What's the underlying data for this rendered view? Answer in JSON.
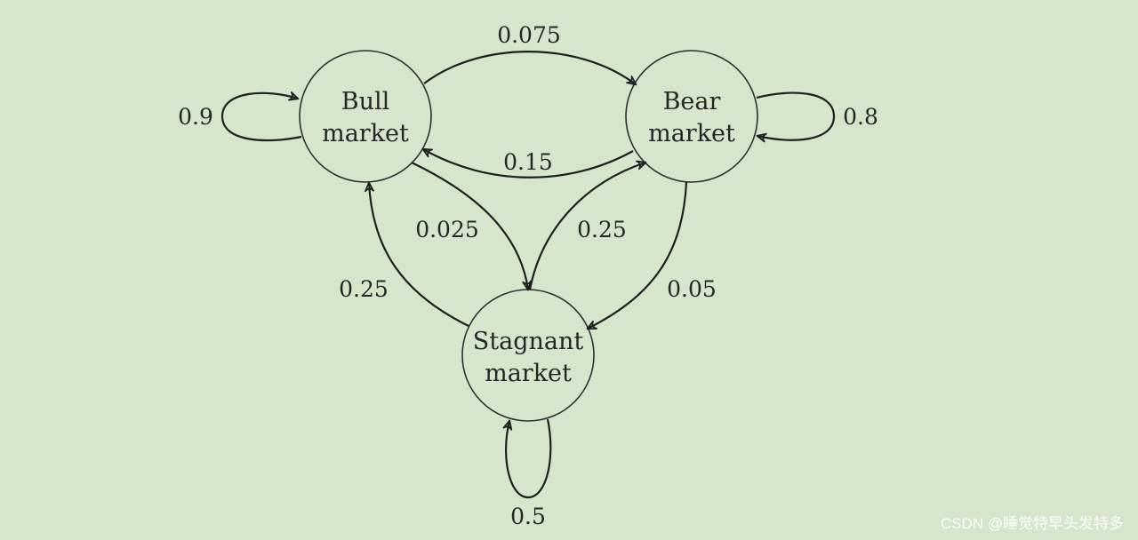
{
  "diagram": {
    "nodes": [
      {
        "id": "bull",
        "lines": [
          "Bull",
          "market"
        ]
      },
      {
        "id": "bear",
        "lines": [
          "Bear",
          "market"
        ]
      },
      {
        "id": "stagnant",
        "lines": [
          "Stagnant",
          "market"
        ]
      }
    ],
    "edges": [
      {
        "id": "bull-bull",
        "label": "0.9"
      },
      {
        "id": "bull-bear",
        "label": "0.075"
      },
      {
        "id": "bear-bull",
        "label": "0.15"
      },
      {
        "id": "bear-bear",
        "label": "0.8"
      },
      {
        "id": "bull-stagnant",
        "label": "0.025"
      },
      {
        "id": "stagnant-bear",
        "label": "0.25"
      },
      {
        "id": "stagnant-bull",
        "label": "0.25"
      },
      {
        "id": "bear-stagnant",
        "label": "0.05"
      },
      {
        "id": "stagnant-stagnant",
        "label": "0.5"
      }
    ]
  },
  "watermark": "CSDN @睡觉特早头发特多"
}
